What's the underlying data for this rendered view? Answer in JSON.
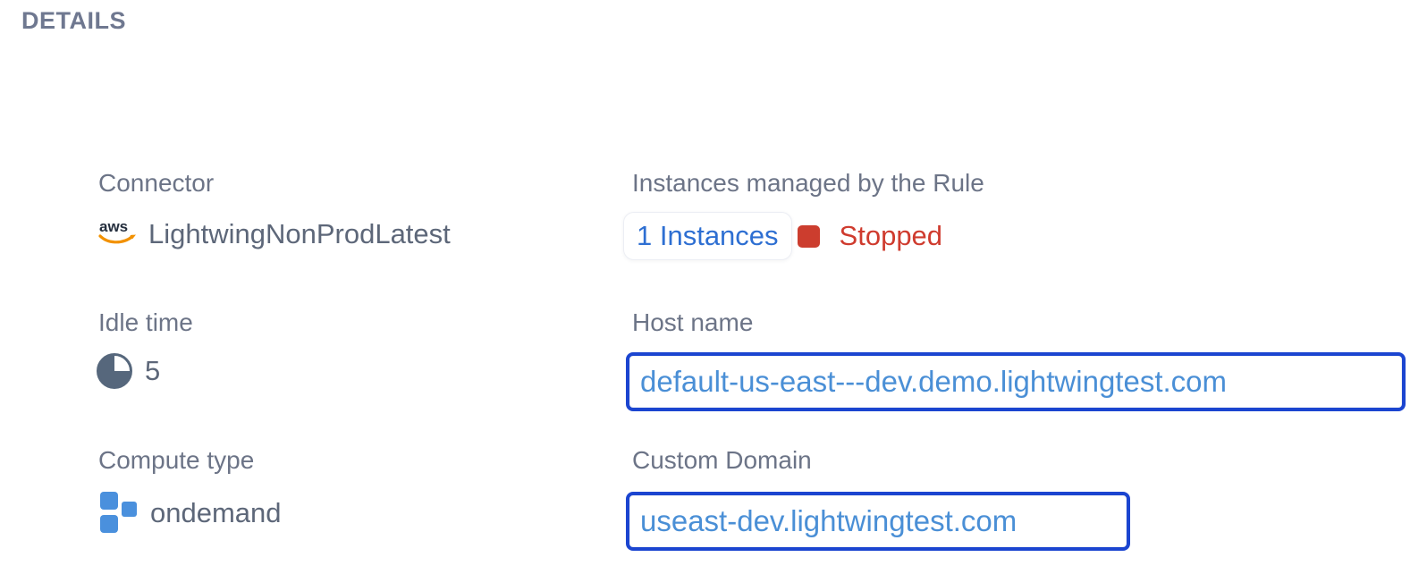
{
  "header": {
    "title": "DETAILS"
  },
  "connector": {
    "label": "Connector",
    "provider_icon": "aws-logo",
    "value": "LightwingNonProdLatest"
  },
  "instances": {
    "label": "Instances managed by the Rule",
    "count_link": "1 Instances",
    "status": "Stopped"
  },
  "idle_time": {
    "label": "Idle time",
    "value": "5"
  },
  "host_name": {
    "label": "Host name",
    "value": "default-us-east---dev.demo.lightwingtest.com"
  },
  "compute_type": {
    "label": "Compute type",
    "value": "ondemand"
  },
  "custom_domain": {
    "label": "Custom Domain",
    "value": "useast-dev.lightwingtest.com"
  },
  "colors": {
    "accent_border_blue": "#1b45d0",
    "link_blue": "#2e6fd2",
    "boxed_value_blue": "#4a8fd6",
    "status_red": "#cf3b2e",
    "label_gray": "#6c7487",
    "value_gray": "#5d6779",
    "icon_slate": "#56677c",
    "icon_blue": "#4a90dd",
    "aws_orange": "#f29100"
  }
}
